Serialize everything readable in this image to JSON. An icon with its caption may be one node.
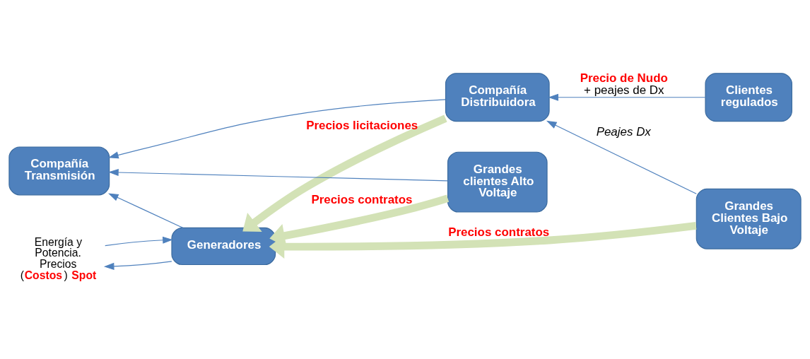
{
  "diagram": {
    "nodes": [
      {
        "text": [
          "Generadores"
        ]
      },
      {
        "text": [
          "Compañía Transmisión"
        ]
      },
      {
        "text": [
          "Grandes Clientes Bajo Voltaje"
        ]
      },
      {
        "text": [
          "Compañía Distribuidora"
        ]
      },
      {
        "text": [
          "Grandes clientes Alto Voltaje"
        ]
      },
      {
        "text": [
          "Clientes regulados"
        ]
      },
      {
        "text": [
          "Energía y Potencia. Precios (**Costos**) **Spot**"
        ]
      }
    ],
    "edges": [
      {
        "from": 2,
        "to": 0,
        "arrow": "to",
        "label": "Precios contratos",
        "style": "thick",
        "color": "#d3e2b6"
      },
      {
        "from": 3,
        "to": 0,
        "arrow": "to",
        "label": "Precios licitaciones",
        "style": "thick",
        "color": "#d3e2b6"
      },
      {
        "from": 4,
        "to": 0,
        "arrow": "to",
        "label": "Precios contratos",
        "style": "thick",
        "color": "#d3e2b6"
      },
      {
        "from": 2,
        "to": 3,
        "arrow": "to",
        "label": "Peajes Dx"
      },
      {
        "from": 0,
        "to": 1,
        "arrow": "to"
      },
      {
        "from": 3,
        "to": 1,
        "arrow": "to"
      },
      {
        "from": 4,
        "to": 1,
        "arrow": "to"
      },
      {
        "from": 5,
        "to": 3,
        "arrow": "to",
        "label": "**Precio de Nudo** + peajes de Dx"
      },
      {
        "from": 0,
        "to": 6,
        "arrow": "to"
      },
      {
        "from": 6,
        "to": 0,
        "arrow": "to"
      }
    ]
  }
}
